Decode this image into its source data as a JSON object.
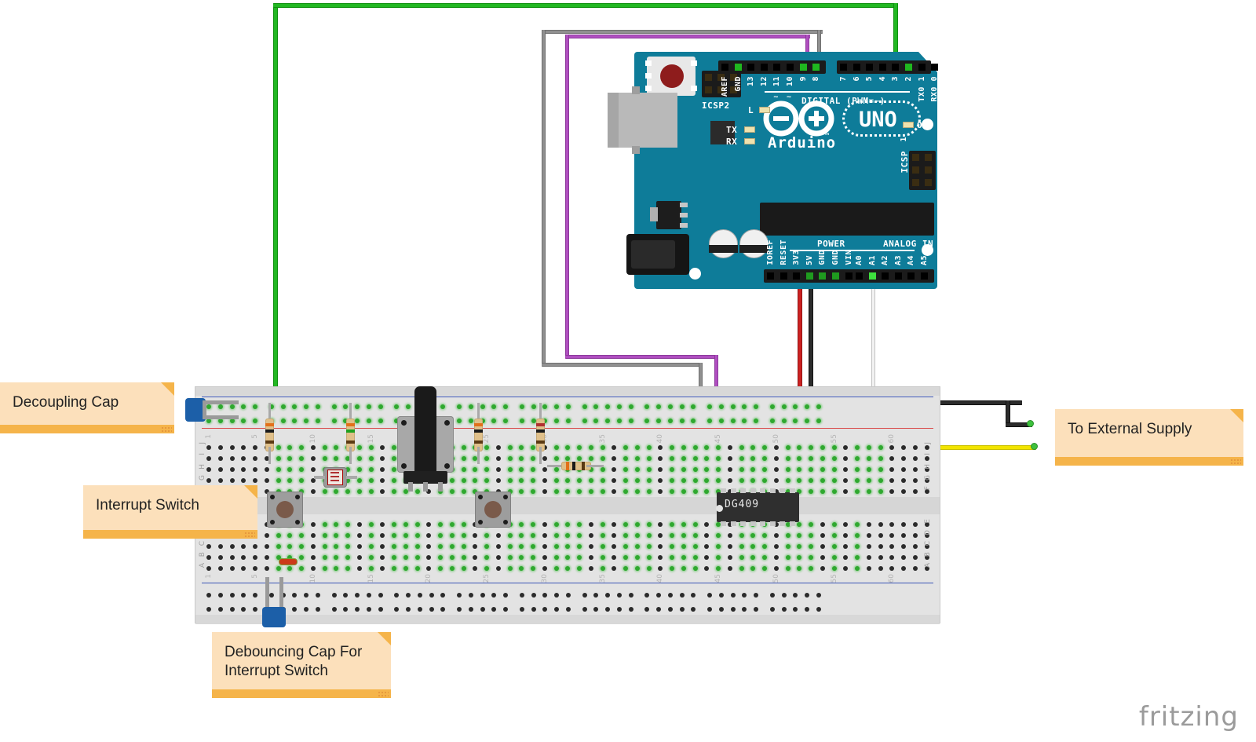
{
  "app": {
    "watermark": "fritzing"
  },
  "arduino": {
    "model": "UNO",
    "brand": "Arduino",
    "trademark": "™",
    "reset_label": "RESET",
    "icsp2_label": "ICSP2",
    "icsp_label": "ICSP",
    "icsp_pin1": "1",
    "digital_header_label": "DIGITAL  (PWM=~)",
    "power_header_label": "POWER",
    "analog_header_label": "ANALOG IN",
    "led_l": "L",
    "led_tx": "TX",
    "led_rx": "RX",
    "led_on": "ON",
    "digital_pins": [
      "AREF",
      "GND",
      "13",
      "12",
      "11",
      "10",
      "9",
      "8",
      "7",
      "6",
      "5",
      "4",
      "3",
      "2",
      "TX0 1",
      "RX0 0"
    ],
    "power_pins": [
      "IOREF",
      "RESET",
      "3V3",
      "5V",
      "GND",
      "GND",
      "VIN"
    ],
    "analog_pins": [
      "A0",
      "A1",
      "A2",
      "A3",
      "A4",
      "A5"
    ],
    "board_color": "#0e7c99"
  },
  "breadboard": {
    "column_numbers": [
      "1",
      "5",
      "10",
      "15",
      "20",
      "25",
      "30",
      "35",
      "40",
      "45",
      "50",
      "55",
      "60"
    ],
    "row_letters_top": [
      "J",
      "I",
      "H",
      "G",
      "F"
    ],
    "row_letters_bottom": [
      "E",
      "D",
      "C",
      "B",
      "A"
    ],
    "rail_positive_color": "#d94a4a",
    "rail_negative_color": "#3b55b5"
  },
  "components": {
    "ic": {
      "label": "DG409",
      "type": "dip-16"
    },
    "resistor_count": 4,
    "pushbutton_count": 2,
    "potentiometer_count": 1,
    "photoresistor_count": 1,
    "capacitor_count": 2
  },
  "notes": [
    {
      "id": "decoupling-cap",
      "text": "Decoupling Cap"
    },
    {
      "id": "interrupt-switch",
      "text": "Interrupt Switch"
    },
    {
      "id": "debouncing-cap",
      "text": "Debouncing Cap For\nInterrupt Switch"
    },
    {
      "id": "external-supply",
      "text": "To External Supply"
    }
  ],
  "wires": {
    "green": "#22b722",
    "gray": "#909090",
    "purple": "#b04fc0",
    "red": "#cc2222",
    "black": "#2c2c2c",
    "white": "#f2f2f2",
    "yellow": "#f2e400",
    "orange": "#e2701a",
    "blue": "#2f7ddb"
  }
}
